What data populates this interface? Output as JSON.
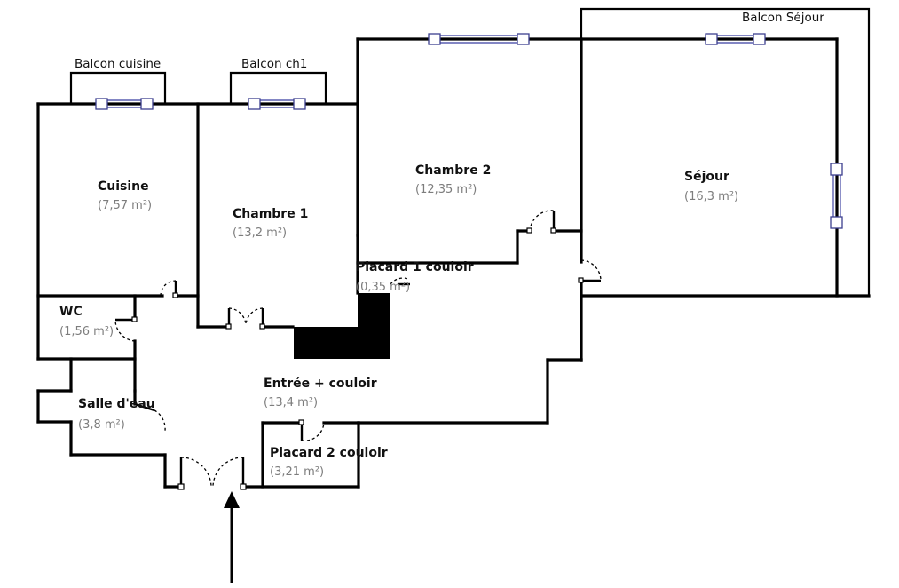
{
  "rooms": {
    "cuisine": {
      "name": "Cuisine",
      "area": "(7,57 m²)"
    },
    "chambre1": {
      "name": "Chambre 1",
      "area": "(13,2 m²)"
    },
    "chambre2": {
      "name": "Chambre 2",
      "area": "(12,35 m²)"
    },
    "sejour": {
      "name": "Séjour",
      "area": "(16,3 m²)"
    },
    "wc": {
      "name": "WC",
      "area": "(1,56 m²)"
    },
    "salle_eau": {
      "name": "Salle d'eau",
      "area": "(3,8 m²)"
    },
    "entree": {
      "name": "Entrée + couloir",
      "area": "(13,4 m²)"
    },
    "placard1": {
      "name": "Placard 1 couloir",
      "area": "(0,35 m²)"
    },
    "placard2": {
      "name": "Placard 2 couloir",
      "area": "(3,21 m²)"
    }
  },
  "balconies": {
    "cuisine": "Balcon cuisine",
    "ch1": "Balcon ch1",
    "sejour": "Balcon Séjour"
  },
  "colors": {
    "wall": "#000000",
    "window_frame": "#3c3f8f",
    "area_text": "#7d7d7d"
  },
  "icons": {
    "entrance": "entrance-arrow-icon"
  }
}
